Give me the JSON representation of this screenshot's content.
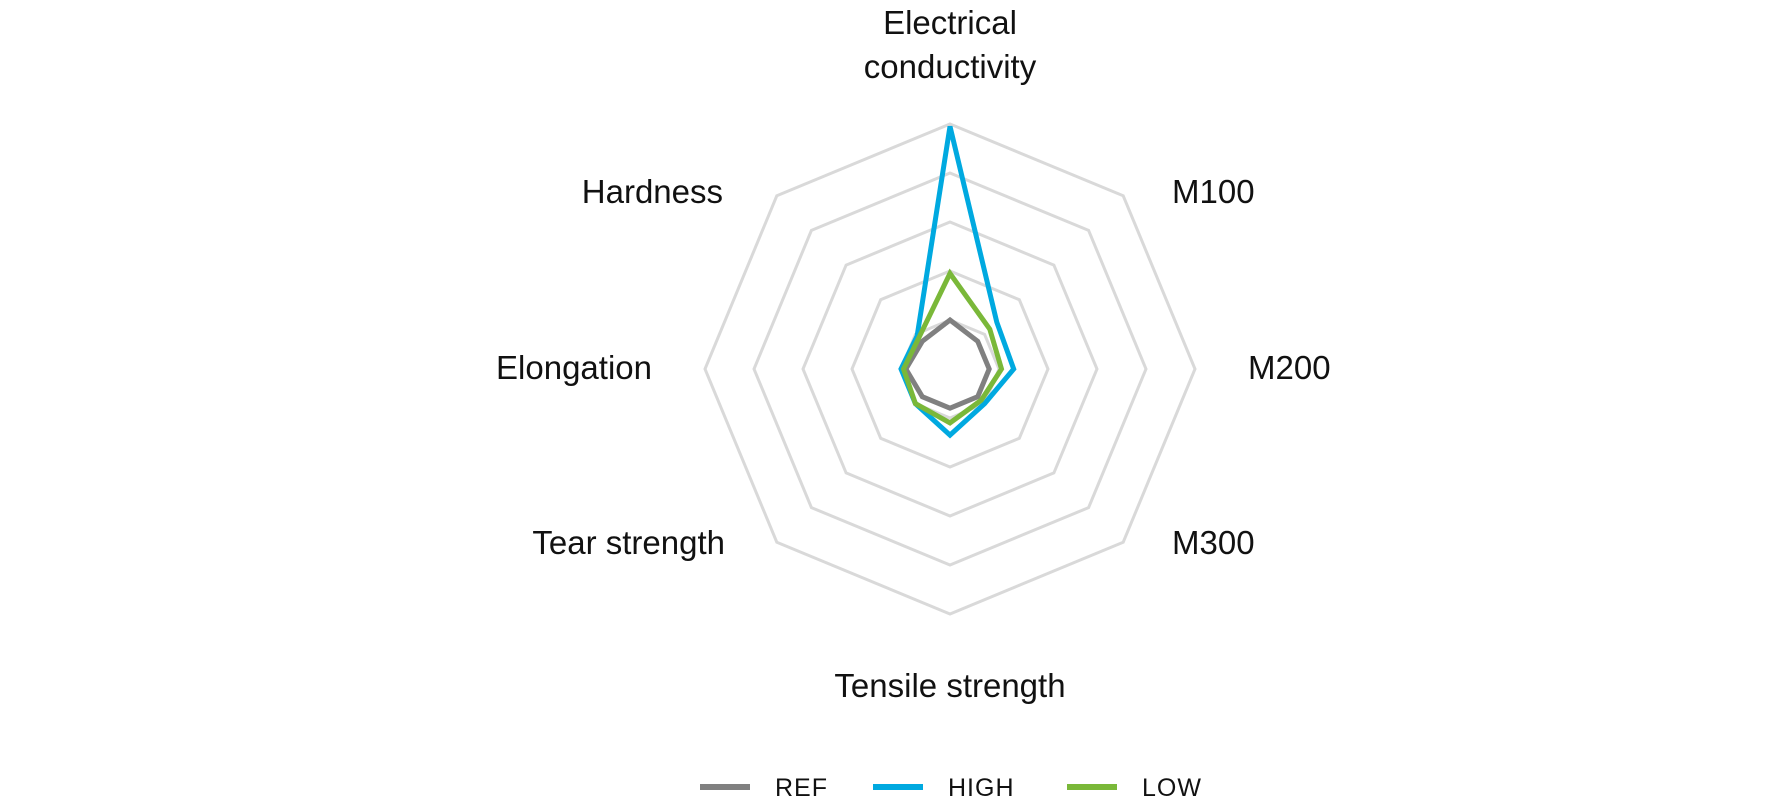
{
  "chart_data": {
    "type": "radar",
    "axes": [
      [
        "Electrical",
        "conductivity"
      ],
      [
        "M100"
      ],
      [
        "M200"
      ],
      [
        "M300"
      ],
      [
        "Tensile strength"
      ],
      [
        "Tear strength"
      ],
      [
        "Elongation"
      ],
      [
        "Hardness"
      ]
    ],
    "rlim": [
      0,
      5
    ],
    "grid_levels": 5,
    "grid": true,
    "legend_position": "bottom",
    "series": [
      {
        "name": "REF",
        "color": "#808080",
        "values": [
          1.0,
          0.8,
          0.8,
          0.8,
          0.8,
          0.8,
          0.9,
          0.8
        ]
      },
      {
        "name": "HIGH",
        "color": "#00a9e0",
        "values": [
          4.95,
          1.35,
          1.3,
          1.0,
          1.35,
          1.0,
          1.0,
          0.95
        ]
      },
      {
        "name": "LOW",
        "color": "#7ab839",
        "values": [
          1.95,
          1.15,
          1.05,
          0.9,
          1.1,
          1.0,
          0.95,
          0.9
        ]
      }
    ]
  }
}
